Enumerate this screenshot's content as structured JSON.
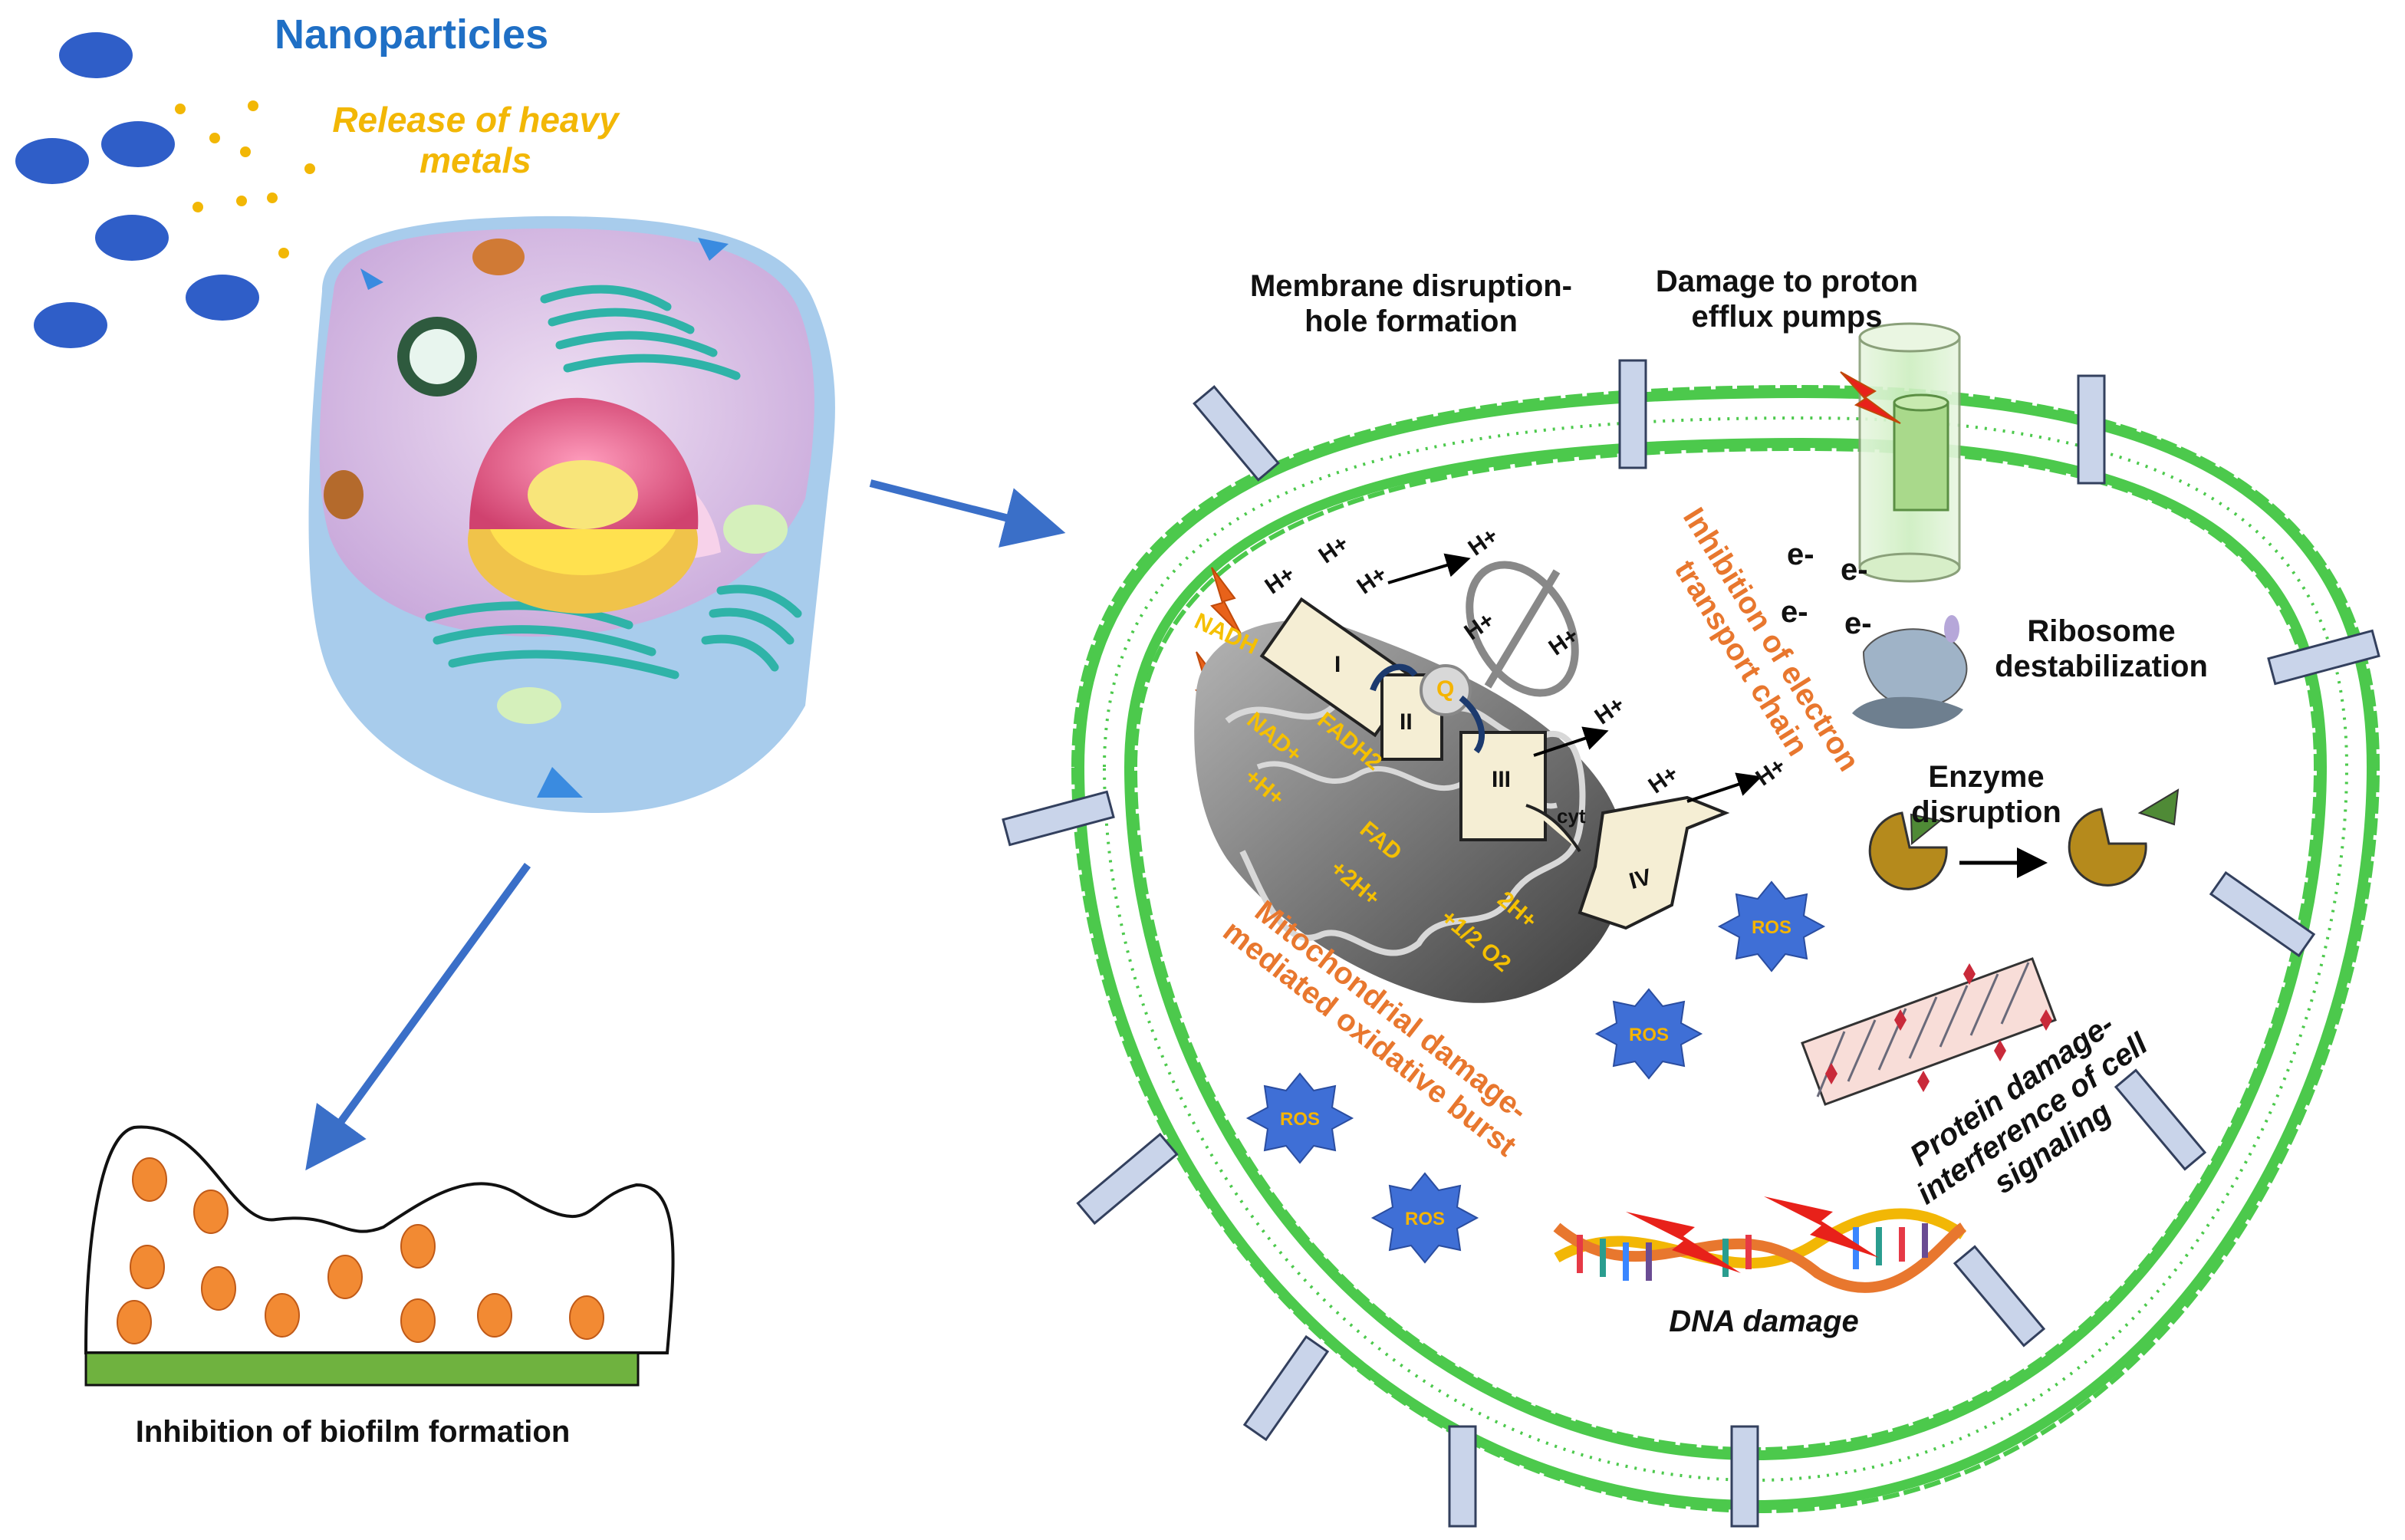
{
  "title": "Nanoparticles",
  "release_label": "Release of heavy metals",
  "biofilm_label": "Inhibition of biofilm formation",
  "membrane_label_1": "Membrane disruption-",
  "membrane_label_2": "hole formation",
  "proton_label_1": "Damage to proton",
  "proton_label_2": "efflux pumps",
  "etc_label_1": "Inhibition of electron",
  "etc_label_2": "transport chain",
  "mito_label_1": "Mitochondrial damage-",
  "mito_label_2": "mediated oxidative burst",
  "ribosome_label_1": "Ribosome",
  "ribosome_label_2": "destabilization",
  "enzyme_label_1": "Enzyme",
  "enzyme_label_2": "disruption",
  "protein_label_1": "Protein damage-",
  "protein_label_2": "interference of cell",
  "protein_label_3": "signaling",
  "dna_label": "DNA damage",
  "ros": "ROS",
  "electron": "e-",
  "proton": "H+",
  "etc": {
    "nadh": "NADH",
    "nad": "NAD+",
    "h_plus": "+H+",
    "fadh2": "FADH2",
    "fad": "FAD",
    "two_h": "+2H+",
    "two_h2": "2H+",
    "half_o2": "+1/2 O2",
    "complex_1": "I",
    "complex_2": "II",
    "complex_3": "III",
    "complex_4": "IV",
    "q": "Q",
    "cyt": "cyt"
  },
  "colors": {
    "title_blue": "#1f6fc5",
    "gold": "#f2b705",
    "orange_text": "#e8772e",
    "membrane_green": "#4cc94c",
    "arrow_blue": "#3a6fc8",
    "np_blue": "#2f5ec8",
    "ros_blue": "#3f6fd6",
    "biofilm_orange": "#f28a33",
    "biofilm_base": "#6fb23f"
  }
}
